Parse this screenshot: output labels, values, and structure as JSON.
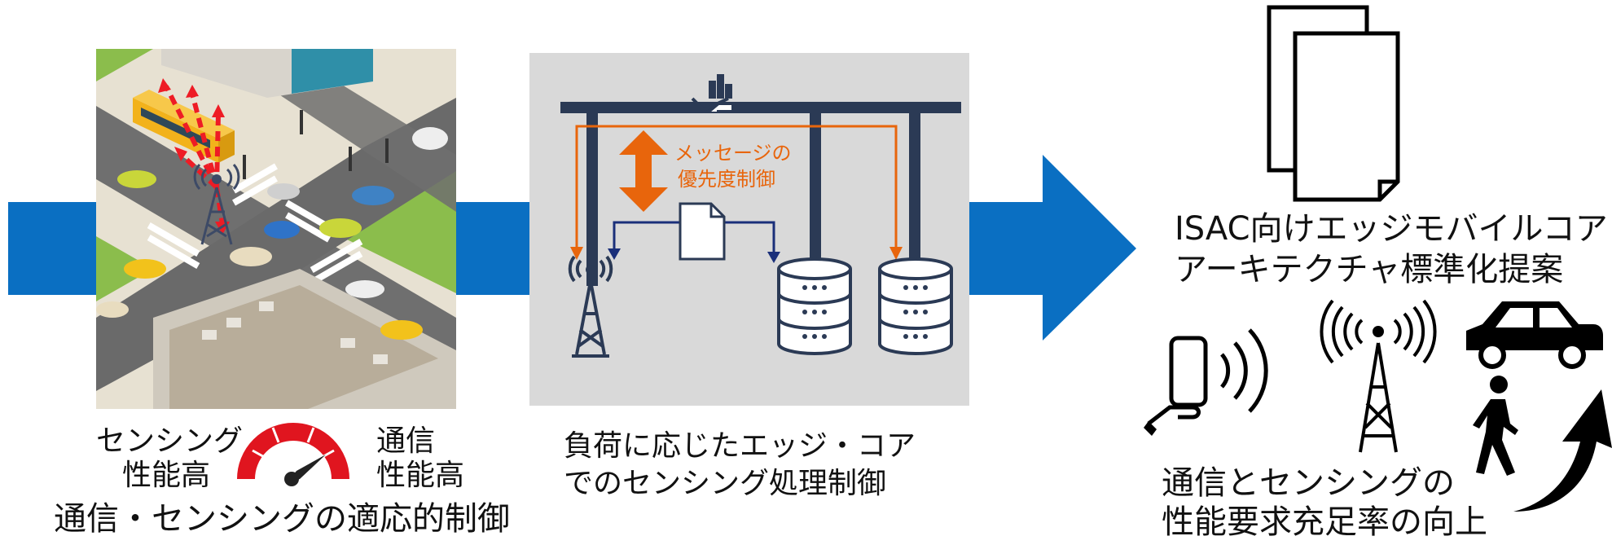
{
  "colors": {
    "flow_blue": "#0a6fc2",
    "accent_orange": "#e8650c",
    "navy": "#2b3a55",
    "dark_blue_arrow": "#1a2f7a",
    "gauge_red": "#e0151f",
    "panel_gray": "#d9d9d9"
  },
  "panel_left": {
    "illustration": "isometric city intersection with base station and vehicles",
    "icons": [
      "bus-icon",
      "car-icon",
      "antenna-tower-icon",
      "traffic-light-icon",
      "building-icon",
      "red-arrow-icon"
    ],
    "gauge_left_label_1": "センシング",
    "gauge_left_label_2": "性能高",
    "gauge_right_label_1": "通信",
    "gauge_right_label_2": "性能高",
    "caption": "通信・センシングの適応的制御"
  },
  "panel_middle": {
    "priority_label_1": "メッセージの",
    "priority_label_2": "優先度制御",
    "icons": [
      "hand-with-chart-icon",
      "document-icon",
      "antenna-tower-icon",
      "database-icon"
    ],
    "caption_1": "負荷に応じたエッジ・コア",
    "caption_2": "でのセンシング処理制御"
  },
  "panel_right": {
    "title_1": "ISAC向けエッジモバイルコア",
    "title_2": "アーキテクチャ標準化提案",
    "icons": [
      "documents-icon",
      "smartphone-in-hand-icon",
      "radio-waves-icon",
      "antenna-tower-icon",
      "car-icon",
      "pedestrian-icon",
      "upward-curved-arrow-icon"
    ],
    "caption_1": "通信とセンシングの",
    "caption_2": "性能要求充足率の向上"
  }
}
